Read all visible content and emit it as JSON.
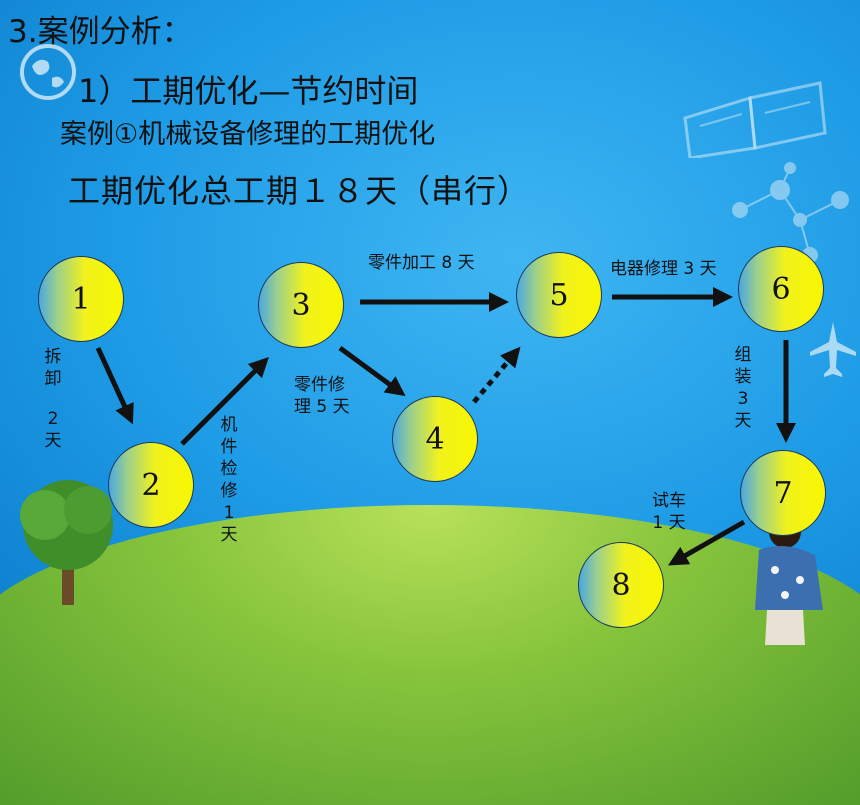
{
  "slide": {
    "title": "3.案例分析：",
    "subtitle": "1）工期优化—节约时间",
    "case_title": "案例①机械设备修理的工期优化",
    "total": "工期优化总工期１８天（串行）"
  },
  "nodes": [
    "1",
    "2",
    "3",
    "4",
    "5",
    "6",
    "7",
    "8"
  ],
  "edges": {
    "e12": {
      "l1": "拆",
      "l2": "卸",
      "l3": "2",
      "l4": "天"
    },
    "e23": {
      "l1": "机",
      "l2": "件",
      "l3": "检",
      "l4": "修",
      "l5": "1",
      "l6": "天"
    },
    "e35": "零件加工 8 天",
    "e34": {
      "l1": "零件修",
      "l2": "理 5 天"
    },
    "e56": "电器修理 3 天",
    "e67": {
      "l1": "组",
      "l2": "装",
      "l3": "3",
      "l4": "天"
    },
    "e78": {
      "l1": "试车",
      "l2": "1 天"
    }
  },
  "colors": {
    "background": "#1e9be6",
    "node_fill": "#f7f700",
    "arrow": "#111111",
    "grass": "#86c43c"
  },
  "icons": [
    "globe-icon",
    "book-icon",
    "molecule-icon",
    "airplane-icon",
    "tree-icon",
    "person-icon"
  ]
}
